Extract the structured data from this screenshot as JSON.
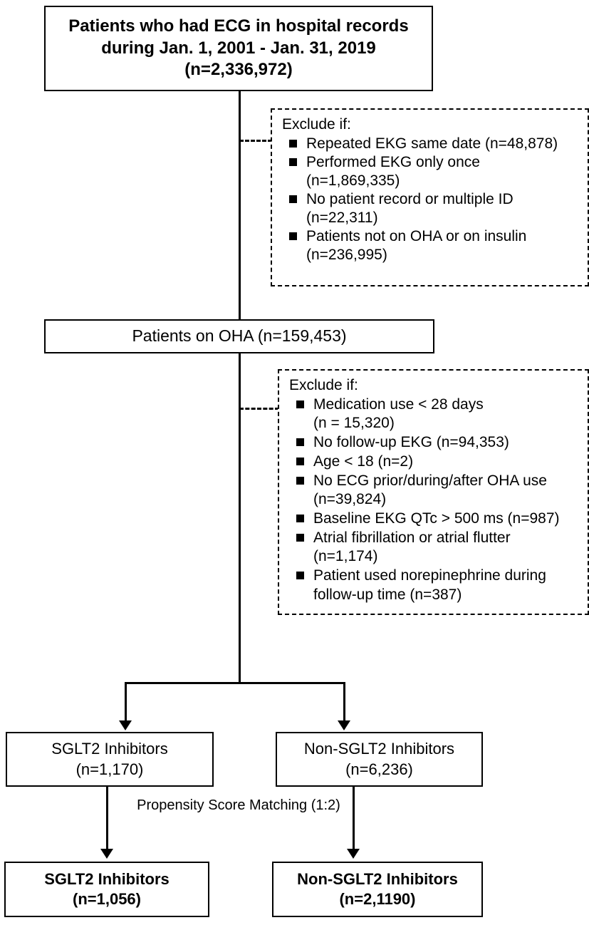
{
  "diagram": {
    "title": "Patient selection flow diagram",
    "colors": {
      "line": "#000000",
      "background": "#ffffff",
      "text": "#000000"
    },
    "boxes": {
      "source_cohort": {
        "line1": "Patients who had ECG in hospital records",
        "line2": "during Jan. 1, 2001 - Jan. 31, 2019",
        "line3": "(n=2,336,972)"
      },
      "oha_cohort": {
        "line1": "Patients on OHA (n=159,453)"
      },
      "arm_sglt2": {
        "line1": "SGLT2 Inhibitors",
        "line2": "(n=1,170)"
      },
      "arm_non_sglt2": {
        "line1": "Non-SGLT2 Inhibitors",
        "line2": "(n=6,236)"
      },
      "matched_sglt2": {
        "line1": "SGLT2 Inhibitors",
        "line2": "(n=1,056)"
      },
      "matched_non_sglt2": {
        "line1": "Non-SGLT2 Inhibitors",
        "line2": "(n=2,1190)"
      }
    },
    "exclusions_1": {
      "title": "Exclude if:",
      "items": [
        {
          "line1": "Repeated EKG same date  (n=48,878)",
          "line2": ""
        },
        {
          "line1": "Performed EKG only once",
          "line2": "(n=1,869,335)"
        },
        {
          "line1": "No patient record or multiple ID",
          "line2": "(n=22,311)"
        },
        {
          "line1": "Patients not on OHA or on insulin",
          "line2": "(n=236,995)"
        }
      ]
    },
    "exclusions_2": {
      "title": "Exclude if:",
      "items": [
        {
          "line1": "Medication use < 28 days",
          "line2": "(n = 15,320)"
        },
        {
          "line1": "No follow-up EKG (n=94,353)",
          "line2": ""
        },
        {
          "line1": "Age < 18 (n=2)",
          "line2": ""
        },
        {
          "line1": "No ECG prior/during/after OHA use",
          "line2": "(n=39,824)"
        },
        {
          "line1": "Baseline EKG QTc > 500 ms (n=987)",
          "line2": ""
        },
        {
          "line1": "Atrial fibrillation or atrial flutter",
          "line2": "(n=1,174)"
        },
        {
          "line1": "Patient used norepinephrine during",
          "line2": "follow-up time (n=387)"
        }
      ]
    },
    "captions": {
      "propensity_line1": "Propensity Score Matching",
      "propensity_line2": "(1:2)"
    }
  }
}
